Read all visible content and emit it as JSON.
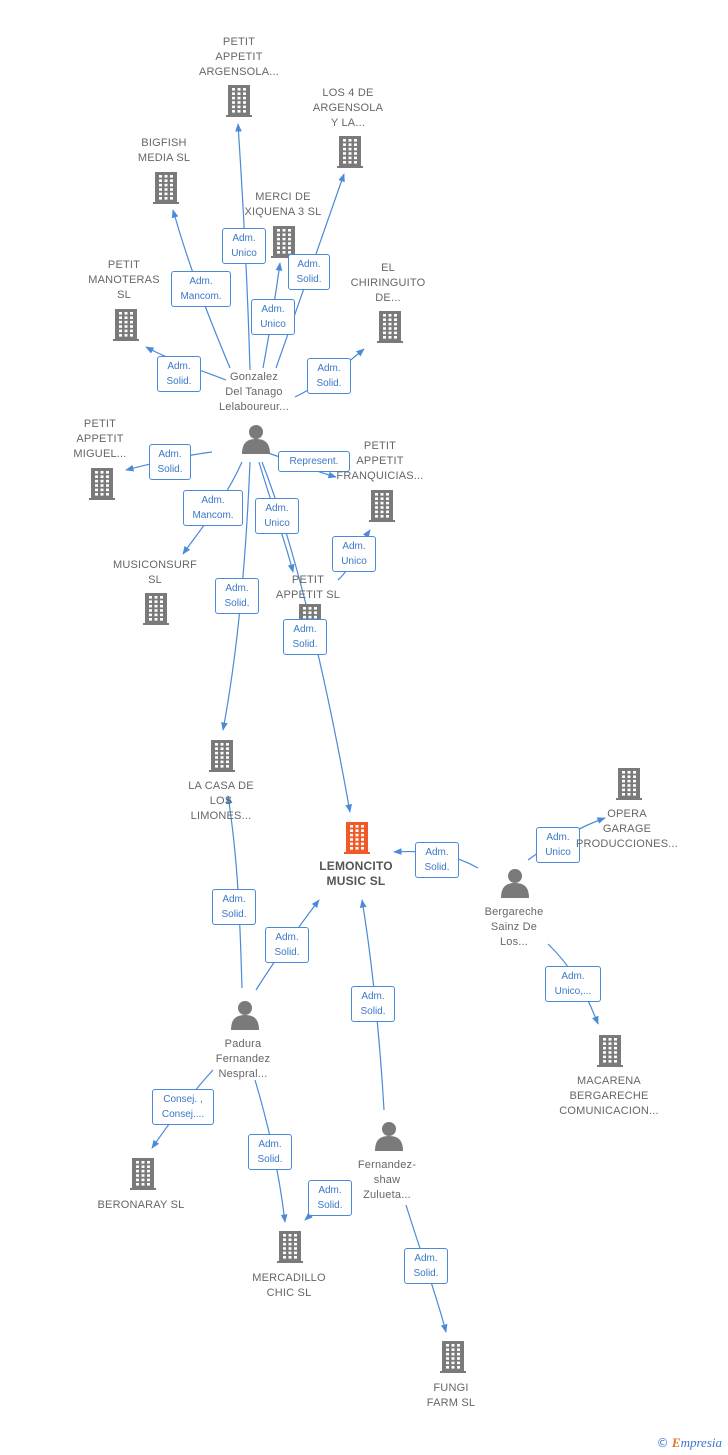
{
  "colors": {
    "edge": "#4a8ad8",
    "node_icon": "#7a7a7a",
    "highlight_icon": "#f05a28",
    "text": "#666666"
  },
  "nodes": [
    {
      "id": "petit_argensola",
      "type": "company",
      "label": [
        "PETIT",
        "APPETIT",
        "ARGENSOLA..."
      ]
    },
    {
      "id": "los4",
      "type": "company",
      "label": [
        "LOS 4 DE",
        "ARGENSOLA",
        "Y LA..."
      ]
    },
    {
      "id": "bigfish",
      "type": "company",
      "label": [
        "BIGFISH",
        "MEDIA SL"
      ]
    },
    {
      "id": "merci",
      "type": "company",
      "label": [
        "MERCI DE",
        "XIQUENA 3  SL"
      ]
    },
    {
      "id": "petit_manoteras",
      "type": "company",
      "label": [
        "PETIT",
        "MANOTERAS",
        "SL"
      ]
    },
    {
      "id": "chiringuito",
      "type": "company",
      "label": [
        "EL",
        "CHIRINGUITO",
        "DE..."
      ]
    },
    {
      "id": "gonzalez",
      "type": "person",
      "label": [
        "Gonzalez",
        "Del Tanago",
        "Lelaboureur..."
      ]
    },
    {
      "id": "petit_miguel",
      "type": "company",
      "label": [
        "PETIT",
        "APPETIT",
        "MIGUEL..."
      ]
    },
    {
      "id": "petit_franq",
      "type": "company",
      "label": [
        "PETIT",
        "APPETIT",
        "FRANQUICIAS..."
      ]
    },
    {
      "id": "musiconsurf",
      "type": "company",
      "label": [
        "MUSICONSURF",
        "SL"
      ]
    },
    {
      "id": "petit_sl",
      "type": "company",
      "label": [
        "PETIT",
        "APPETIT SL"
      ]
    },
    {
      "id": "casa_limones",
      "type": "company",
      "label": [
        "LA CASA DE",
        "LOS",
        "LIMONES..."
      ]
    },
    {
      "id": "lemoncito",
      "type": "company",
      "highlight": true,
      "label": [
        "LEMONCITO",
        "MUSIC  SL"
      ]
    },
    {
      "id": "opera",
      "type": "company",
      "label": [
        "OPERA",
        "GARAGE",
        "PRODUCCIONES..."
      ]
    },
    {
      "id": "bergareche",
      "type": "person",
      "label": [
        "Bergareche",
        "Sainz De",
        "Los..."
      ]
    },
    {
      "id": "padura",
      "type": "person",
      "label": [
        "Padura",
        "Fernandez",
        "Nespral..."
      ]
    },
    {
      "id": "macarena",
      "type": "company",
      "label": [
        "MACARENA",
        "BERGARECHE",
        "COMUNICACION..."
      ]
    },
    {
      "id": "beronaray",
      "type": "company",
      "label": [
        "BERONARAY SL"
      ]
    },
    {
      "id": "fernandez_shaw",
      "type": "person",
      "label": [
        "Fernandez-",
        "shaw",
        "Zulueta..."
      ]
    },
    {
      "id": "mercadillo",
      "type": "company",
      "label": [
        "MERCADILLO",
        "CHIC SL"
      ]
    },
    {
      "id": "fungi",
      "type": "company",
      "label": [
        "FUNGI",
        "FARM  SL"
      ]
    }
  ],
  "edges": [
    {
      "from": "gonzalez",
      "to": "petit_argensola",
      "label": [
        "Adm.",
        "Unico"
      ]
    },
    {
      "from": "gonzalez",
      "to": "los4",
      "label": [
        "Adm.",
        "Solid."
      ]
    },
    {
      "from": "gonzalez",
      "to": "bigfish",
      "label": [
        "Adm.",
        "Mancom."
      ]
    },
    {
      "from": "gonzalez",
      "to": "merci",
      "label": [
        "Adm.",
        "Unico"
      ]
    },
    {
      "from": "gonzalez",
      "to": "petit_manoteras",
      "label": [
        "Adm.",
        "Solid."
      ]
    },
    {
      "from": "gonzalez",
      "to": "chiringuito",
      "label": [
        "Adm.",
        "Solid."
      ]
    },
    {
      "from": "gonzalez",
      "to": "petit_miguel",
      "label": [
        "Adm.",
        "Solid."
      ]
    },
    {
      "from": "gonzalez",
      "to": "petit_franq",
      "label": [
        "Represent."
      ]
    },
    {
      "from": "gonzalez",
      "to": "musiconsurf",
      "label": [
        "Adm.",
        "Mancom."
      ]
    },
    {
      "from": "gonzalez",
      "to": "petit_sl",
      "label": [
        "Adm.",
        "Unico"
      ]
    },
    {
      "from": "petit_sl",
      "to": "petit_franq",
      "label": [
        "Adm.",
        "Unico"
      ]
    },
    {
      "from": "gonzalez",
      "to": "casa_limones",
      "label": [
        "Adm.",
        "Solid."
      ]
    },
    {
      "from": "gonzalez",
      "to": "lemoncito",
      "label": [
        "Adm.",
        "Solid."
      ]
    },
    {
      "from": "bergareche",
      "to": "lemoncito",
      "label": [
        "Adm.",
        "Solid."
      ]
    },
    {
      "from": "bergareche",
      "to": "opera",
      "label": [
        "Adm.",
        "Unico"
      ]
    },
    {
      "from": "bergareche",
      "to": "macarena",
      "label": [
        "Adm.",
        "Unico,..."
      ]
    },
    {
      "from": "padura",
      "to": "casa_limones",
      "label": [
        "Adm.",
        "Solid."
      ]
    },
    {
      "from": "padura",
      "to": "lemoncito",
      "label": [
        "Adm.",
        "Solid."
      ]
    },
    {
      "from": "padura",
      "to": "beronaray",
      "label": [
        "Consej. ,",
        "Consej...."
      ]
    },
    {
      "from": "padura",
      "to": "mercadillo",
      "label": [
        "Adm.",
        "Solid."
      ]
    },
    {
      "from": "fernandez_shaw",
      "to": "lemoncito",
      "label": [
        "Adm.",
        "Solid."
      ]
    },
    {
      "from": "fernandez_shaw",
      "to": "mercadillo",
      "label": [
        "Adm.",
        "Solid."
      ]
    },
    {
      "from": "fernandez_shaw",
      "to": "fungi",
      "label": [
        "Adm.",
        "Solid."
      ]
    }
  ],
  "footer": {
    "copyright_symbol": "©",
    "brand_initial": "E",
    "brand_rest": "mpresia"
  }
}
